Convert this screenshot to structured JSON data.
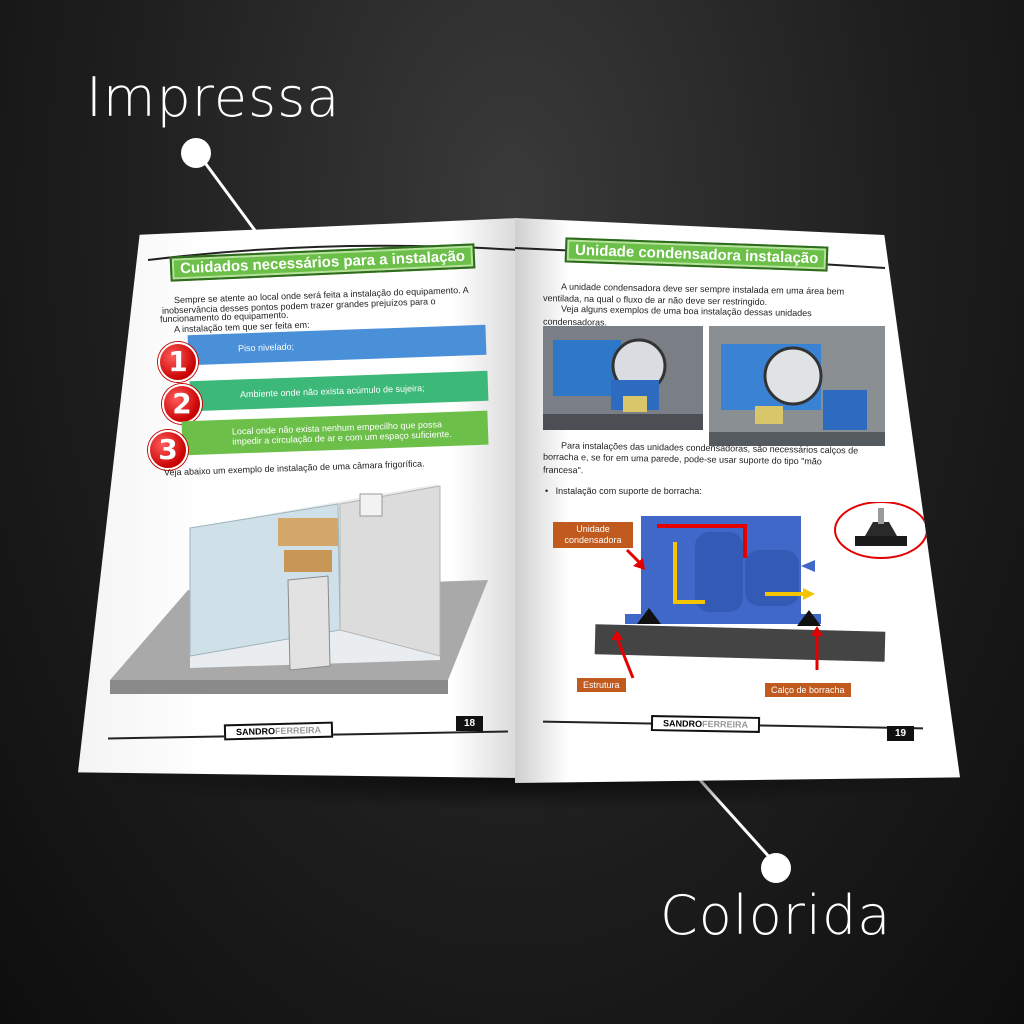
{
  "callouts": {
    "top": "Impressa",
    "bottom": "Colorida"
  },
  "left_page": {
    "header": "Cuidados necessários para a instalação",
    "intro_line1": "Sempre se atente ao local onde será feita a instalação do equipamento. A",
    "intro_line2": "inobservância desses pontos podem trazer grandes prejuízos para o",
    "intro_line3": "funcionamento do equipamento.",
    "intro_line4": "A instalação tem que ser feita em:",
    "items": [
      {
        "num": "1",
        "text": "Piso nivelado;",
        "color": "#4a90d9"
      },
      {
        "num": "2",
        "text": "Ambiente onde não exista acúmulo de sujeira;",
        "color": "#3cb878"
      },
      {
        "num": "3",
        "text": "Local onde não exista nenhum empecilho que possa impedir a circulação de ar e com um espaço suficiente.",
        "color": "#6cc04a"
      }
    ],
    "example_text": "Veja abaixo um exemplo de instalação de uma câmara frigorífica.",
    "brand_a": "SANDRO",
    "brand_b": "FERREIRA",
    "page_number": "18"
  },
  "right_page": {
    "header": "Unidade condensadora instalação",
    "intro_line1": "A unidade condensadora deve ser sempre instalada em uma área bem",
    "intro_line2": "ventilada, na qual o fluxo de ar não deve ser restringido.",
    "intro_line3": "Veja alguns exemplos de uma boa instalação dessas unidades",
    "intro_line4": "condensadoras.",
    "para_line1": "Para instalações das unidades condensadoras, são necessários calços de",
    "para_line2": "borracha e, se for em uma parede, pode-se usar suporte do tipo \"mão",
    "para_line3": "francesa\".",
    "bullet": "Instalação com suporte de borracha:",
    "label_unit": "Unidade condensadora",
    "label_structure": "Estrutura",
    "label_shim": "Calço de borracha",
    "brand_a": "SANDRO",
    "brand_b": "FERREIRA",
    "page_number": "19"
  },
  "colors": {
    "header_green": "#6cc04a",
    "label_orange": "#c05a1e",
    "unit_blue": "#3f68c8",
    "alert_red": "#e40000"
  }
}
